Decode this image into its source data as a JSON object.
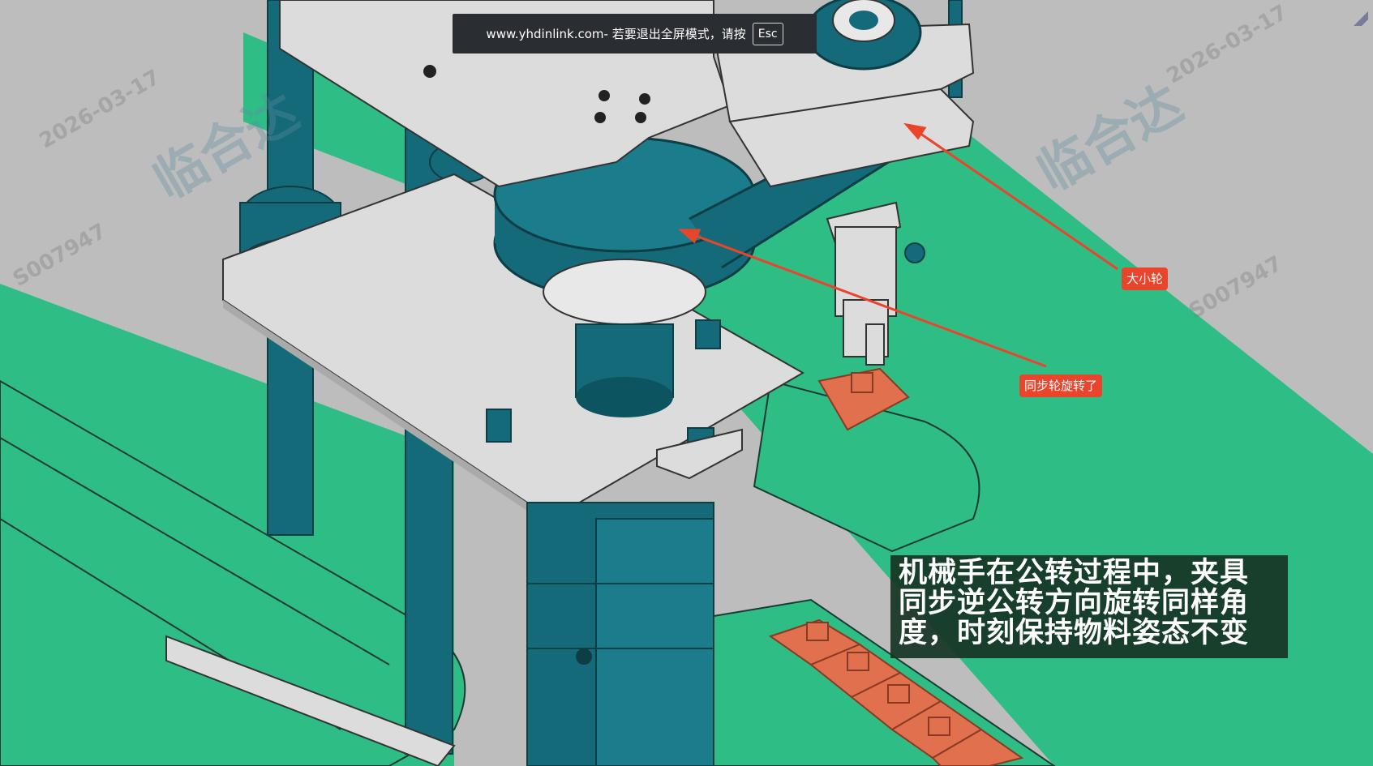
{
  "fullscreen_bar": {
    "url": "www.yhdinlink.com",
    "message": " - 若要退出全屏模式，请按 ",
    "key": "Esc"
  },
  "callouts": {
    "big_small_wheel": "大小轮",
    "sync_wheel_rotated": "同步轮旋转了"
  },
  "subtitle": {
    "line1": "机械手在公转过程中，夹具",
    "line2": "同步逆公转方向旋转同样角",
    "line3": "度，时刻保持物料姿态不变"
  },
  "watermark": {
    "logo_text": "临合达",
    "date": "2026-03-17",
    "code": "S007947"
  },
  "colors": {
    "background": "#bdbdbd",
    "conveyor": "#2fbd86",
    "machine_teal": "#146a78",
    "plate": "#dcdcdc",
    "parts_orange": "#e0704e",
    "callout": "#e8452c"
  }
}
